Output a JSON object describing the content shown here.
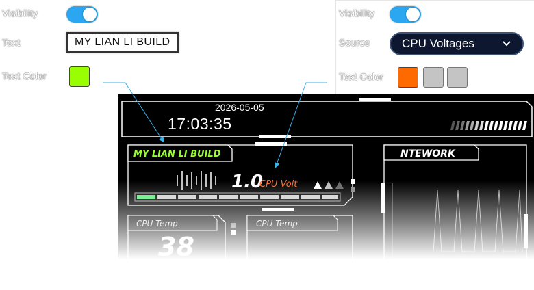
{
  "left_settings": {
    "visibility_label": "Visibility",
    "text_label": "Text",
    "text_value": "MY LIAN LI BUILD",
    "text_color_label": "Text Color",
    "text_color": "#99ff00"
  },
  "right_settings": {
    "visibility_label": "Visibility",
    "source_label": "Source",
    "source_value": "CPU Voltages",
    "text_color_label": "Text Color",
    "swatches": [
      "#ff6a00",
      "#c4c4c4",
      "#c4c4c4"
    ]
  },
  "colors": {
    "toggle_on": "#2aa7f0",
    "accent_green": "#99ff33",
    "volt_orange": "#ff6a2b",
    "bar_active": "#5dea7a",
    "callout_line": "#3ab0e8"
  },
  "display": {
    "date": "2026-05-05",
    "time": "17:03:35",
    "custom_text": "MY LIAN LI BUILD",
    "cpu_volt_value": "1.0",
    "cpu_volt_label": "CPU Volt",
    "network_title": "NTEWORK",
    "cpu_temp_label_1": "CPU Temp",
    "cpu_temp_label_2": "CPU Temp",
    "cpu_temp_value_1": "38"
  }
}
